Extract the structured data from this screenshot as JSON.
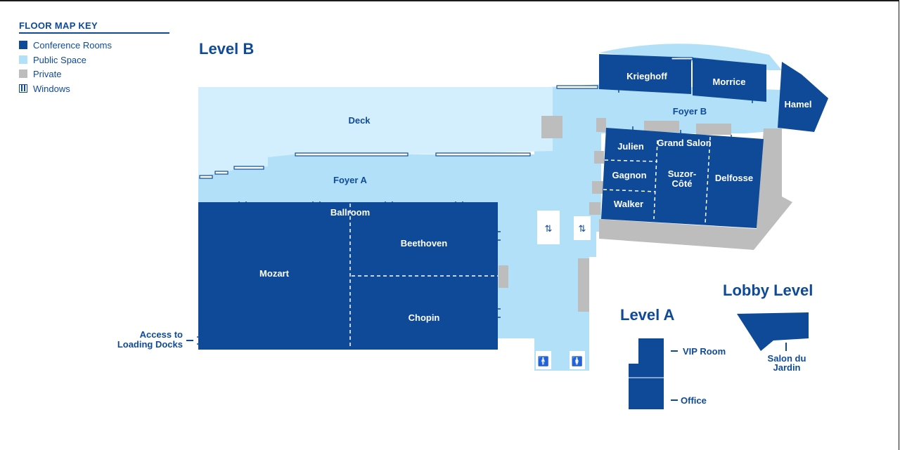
{
  "key": {
    "title": "FLOOR MAP KEY",
    "items": [
      {
        "label": "Conference Rooms",
        "color": "#0f4a99"
      },
      {
        "label": "Public Space",
        "color": "#b3e0f9"
      },
      {
        "label": "Private",
        "color": "#bdbdbd"
      },
      {
        "label": "Windows",
        "color": "#0f4a99"
      }
    ]
  },
  "levels": {
    "b": "Level B",
    "a": "Level A",
    "lobby": "Lobby Level"
  },
  "rooms": {
    "deck": "Deck",
    "foyer_a": "Foyer A",
    "foyer_b": "Foyer B",
    "ballroom": "Ballroom",
    "mozart": "Mozart",
    "beethoven": "Beethoven",
    "chopin": "Chopin",
    "krieghoff": "Krieghoff",
    "morrice": "Morrice",
    "hamel": "Hamel",
    "julien": "Julien",
    "grand_salon": "Grand Salon",
    "gagnon": "Gagnon",
    "suzor_cote_1": "Suzor-",
    "suzor_cote_2": "Côté",
    "delfosse": "Delfosse",
    "walker": "Walker"
  },
  "callouts": {
    "loading_1": "Access to",
    "loading_2": "Loading Docks",
    "vip_room": "VIP Room",
    "office": "Office",
    "salon_1": "Salon du",
    "salon_2": "Jardin"
  },
  "colors": {
    "conference": "#0f4a99",
    "public": "#b3e0f9",
    "deck": "#d3eefc",
    "private": "#bdbdbd",
    "text_dark": "#0f4a99"
  }
}
